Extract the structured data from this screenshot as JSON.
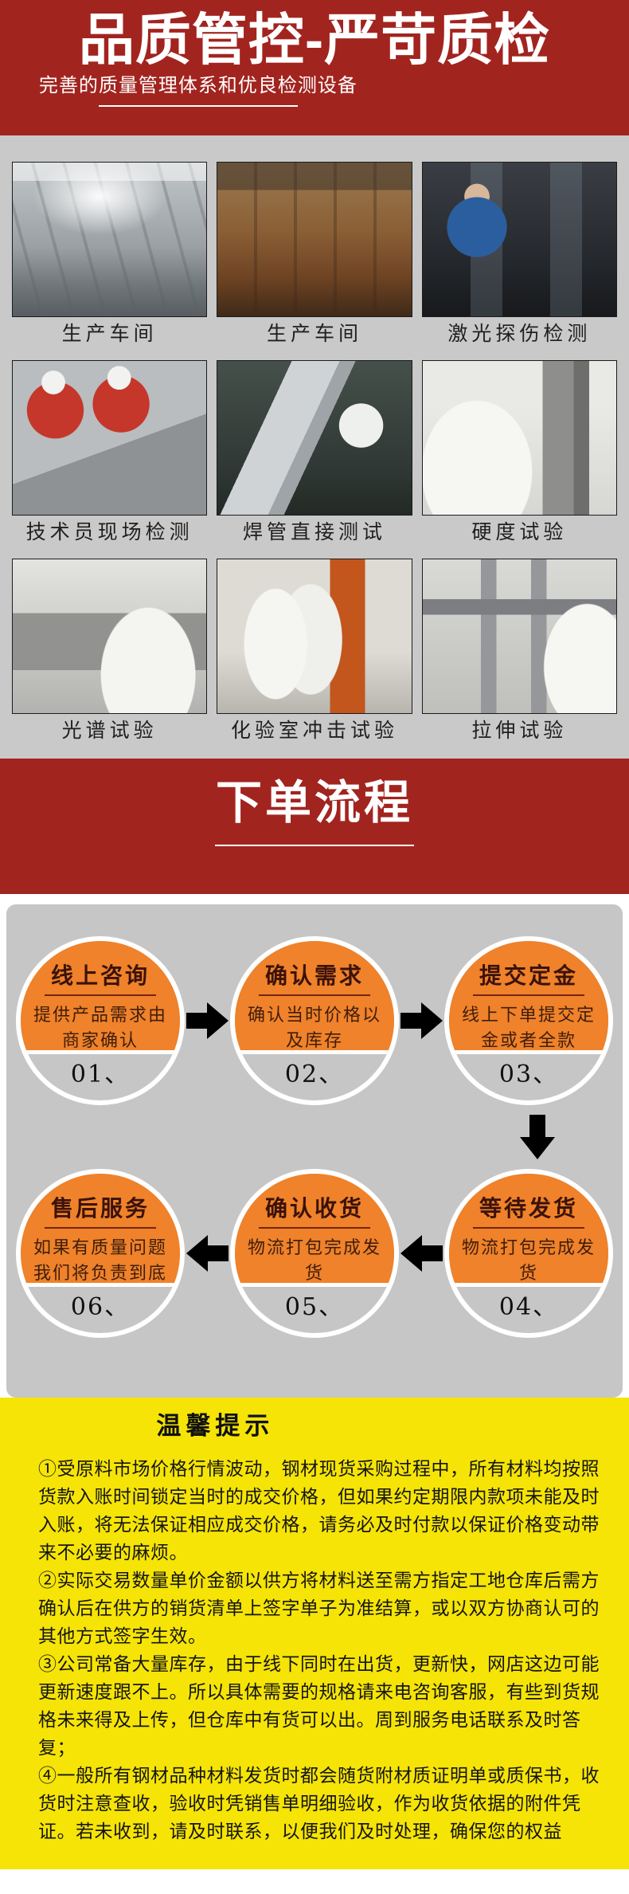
{
  "header": {
    "title": "品质管控-严苛质检",
    "subtitle": "完善的质量管理体系和优良检测设备",
    "bg_color": "#a2241f",
    "text_color": "#ffffff"
  },
  "quality_grid": {
    "bg_color": "#c9c9c9",
    "items": [
      {
        "caption": "生产车间",
        "photo": "factory-workshop-steam"
      },
      {
        "caption": "生产车间",
        "photo": "workshop-crane-beams"
      },
      {
        "caption": "激光探伤检测",
        "photo": "operator-at-monitors"
      },
      {
        "caption": "技术员现场检测",
        "photo": "workers-measuring-steel-sheet"
      },
      {
        "caption": "焊管直接测试",
        "photo": "caliper-on-steel-pipe"
      },
      {
        "caption": "硬度试验",
        "photo": "hardness-testing-machine"
      },
      {
        "caption": "光谱试验",
        "photo": "spectrum-analyzer-lab"
      },
      {
        "caption": "化验室冲击试验",
        "photo": "impact-test-laboratory"
      },
      {
        "caption": "拉伸试验",
        "photo": "tensile-testing-machine"
      }
    ]
  },
  "process_banner": {
    "title": "下单流程",
    "bg_color": "#a2241f"
  },
  "process_flow": {
    "panel_color": "#c6c6c6",
    "circle_color": "#ef822a",
    "arrow_color": "#000000",
    "steps": [
      {
        "num": "01、",
        "title": "线上咨询",
        "desc": "提供产品需求由商家确认"
      },
      {
        "num": "02、",
        "title": "确认需求",
        "desc": "确认当时价格以及库存"
      },
      {
        "num": "03、",
        "title": "提交定金",
        "desc": "线上下单提交定金或者全款"
      },
      {
        "num": "04、",
        "title": "等待发货",
        "desc": "物流打包完成发货"
      },
      {
        "num": "05、",
        "title": "确认收货",
        "desc": "物流打包完成发货"
      },
      {
        "num": "06、",
        "title": "售后服务",
        "desc": "如果有质量问题我们将负责到底"
      }
    ]
  },
  "tips": {
    "title": "温馨提示",
    "bg_color": "#f5e406",
    "paragraphs": [
      "①受原料市场价格行情波动，钢材现货采购过程中，所有材料均按照货款入账时间锁定当时的成交价格，但如果约定期限内款项未能及时入账，将无法保证相应成交价格，请务必及时付款以保证价格变动带来不必要的麻烦。",
      "②实际交易数量单价金额以供方将材料送至需方指定工地仓库后需方确认后在供方的销货清单上签字单子为准结算，或以双方协商认可的其他方式签字生效。",
      "③公司常备大量库存，由于线下同时在出货，更新快，网店这边可能更新速度跟不上。所以具体需要的规格请来电咨询客服，有些到货规格未来得及上传，但仓库中有货可以出。周到服务电话联系及时答复；",
      "④一般所有钢材品种材料发货时都会随货附材质证明单或质保书，收货时注意查收，验收时凭销售单明细验收，作为收货依据的附件凭证。若未收到，请及时联系，以便我们及时处理，确保您的权益"
    ]
  }
}
